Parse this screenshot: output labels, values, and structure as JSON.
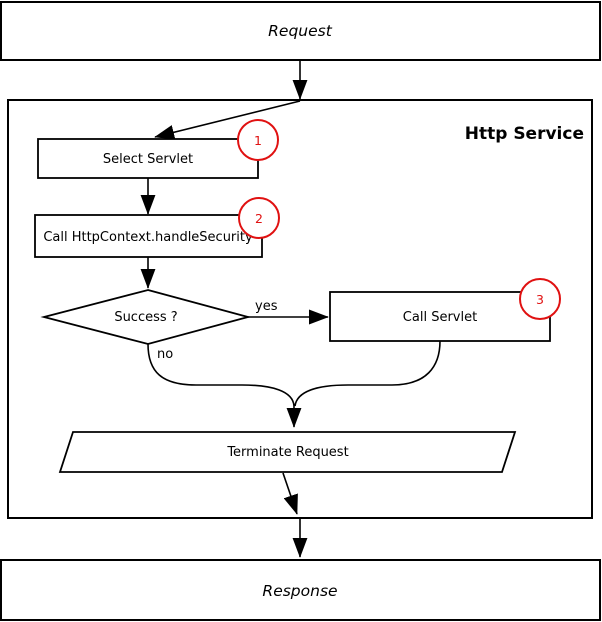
{
  "frame": {
    "title": "Http Service"
  },
  "nodes": {
    "request": {
      "label": "Request"
    },
    "select_servlet": {
      "label": "Select Servlet",
      "badge": "1"
    },
    "handle_security": {
      "label": "Call HttpContext.handleSecurity",
      "badge": "2"
    },
    "success_decision": {
      "label": "Success ?"
    },
    "call_servlet": {
      "label": "Call Servlet",
      "badge": "3"
    },
    "terminate_request": {
      "label": "Terminate Request"
    },
    "response": {
      "label": "Response"
    }
  },
  "edges": {
    "yes_label": "yes",
    "no_label": "no"
  },
  "colors": {
    "badge_red": "#e01111",
    "line": "#000000",
    "background": "#ffffff"
  }
}
